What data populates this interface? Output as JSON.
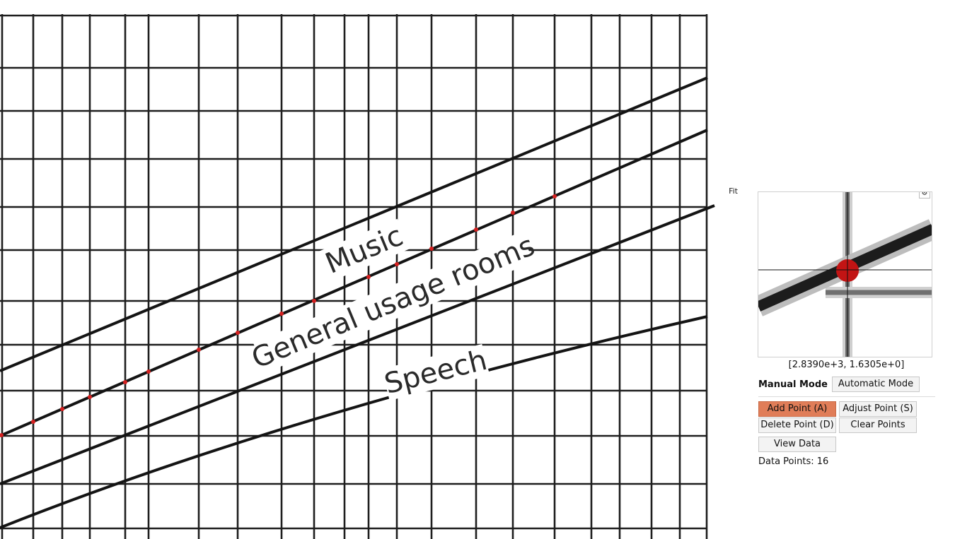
{
  "plot": {
    "labels": {
      "music": "Music",
      "general": "General usage rooms",
      "speech": "Speech"
    },
    "marker_color": "#d42020"
  },
  "zoom": {
    "fit_label": "Fit",
    "gear_icon": "gear-icon",
    "cursor_coords": "[2.8390e+3, 1.6305e+0]"
  },
  "controls": {
    "manual_mode_label": "Manual Mode",
    "automatic_mode_label": "Automatic Mode",
    "add_point_label": "Add Point (A)",
    "adjust_point_label": "Adjust Point (S)",
    "delete_point_label": "Delete Point (D)",
    "clear_points_label": "Clear Points",
    "view_data_label": "View Data",
    "active_color": "#e07d58"
  },
  "status": {
    "data_points_text": "Data Points: 16"
  }
}
